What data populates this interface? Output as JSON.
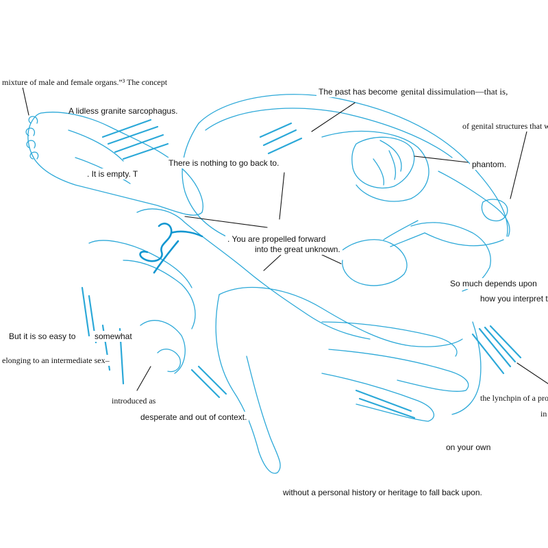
{
  "palette": {
    "drawing": "#2ba8d8",
    "drawing_bold": "#1196d0",
    "callout": "#111111",
    "paper": "#ffffff"
  },
  "fragments": {
    "concept": "mixture of male and female organs.”³ The concept",
    "sarcophagus": "A lidless granite sarcophagus.",
    "past": "The past has become",
    "dissimulation": "genital dissimulation—that is,",
    "structures": "of genital structures that w",
    "empty": ". It is empty. T",
    "nothing": "There is nothing to go back to.",
    "phantom": "phantom.",
    "propelled": ". You are propelled forward",
    "unknown": "into the great unknown.",
    "depends": "So much depends upon",
    "interpret": "how you interpret th",
    "easy": "But it is so easy to",
    "somewhat": "somewhat",
    "intermediate": "elonging to an intermediate sex–",
    "introduced": "introduced as",
    "desperate": "desperate and out of context.",
    "lynchpin": "the lynchpin of a pro",
    "in": "in",
    "own": "on your own",
    "history": "without a personal history or heritage to fall back upon."
  }
}
